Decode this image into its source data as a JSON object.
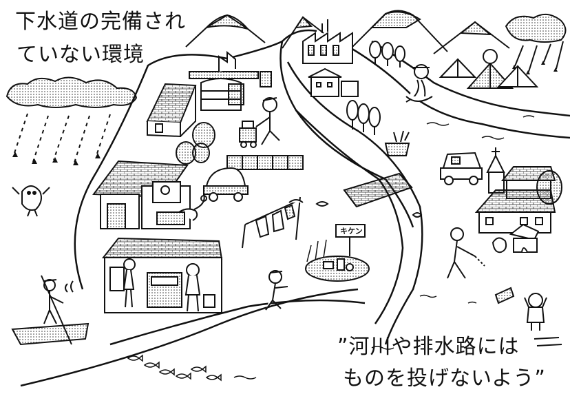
{
  "title": {
    "line1": "下水道の完備され",
    "line2": "ていない環境"
  },
  "slogan": {
    "line1": "”河川や排水路には",
    "line2": "ものを投げないよう”"
  },
  "sign": {
    "label": "キケン"
  },
  "colors": {
    "ink": "#111111",
    "paper": "#ffffff",
    "screentone": "#8a8a8a"
  }
}
